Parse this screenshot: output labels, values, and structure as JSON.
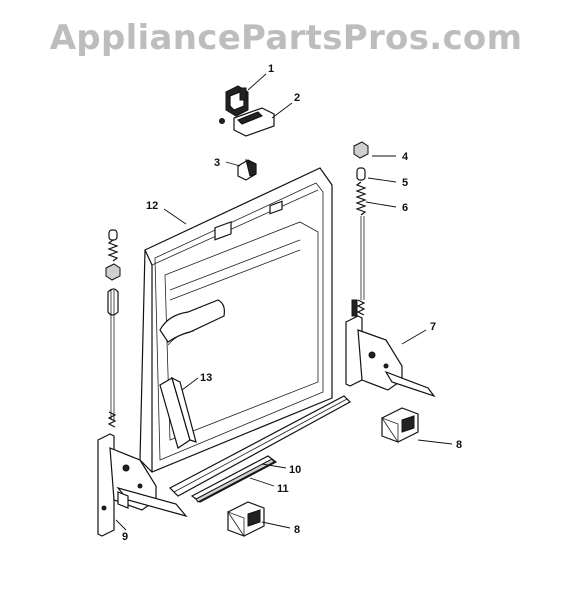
{
  "watermark": "AppliancePartsPros.com",
  "callouts": [
    {
      "id": "c1",
      "label": "1"
    },
    {
      "id": "c2",
      "label": "2"
    },
    {
      "id": "c3",
      "label": "3"
    },
    {
      "id": "c4",
      "label": "4"
    },
    {
      "id": "c5",
      "label": "5"
    },
    {
      "id": "c6",
      "label": "6"
    },
    {
      "id": "c7",
      "label": "7"
    },
    {
      "id": "c8a",
      "label": "8"
    },
    {
      "id": "c8b",
      "label": "8"
    },
    {
      "id": "c9",
      "label": "9"
    },
    {
      "id": "c10",
      "label": "10"
    },
    {
      "id": "c11",
      "label": "11"
    },
    {
      "id": "c12",
      "label": "12"
    },
    {
      "id": "c13",
      "label": "13"
    }
  ]
}
